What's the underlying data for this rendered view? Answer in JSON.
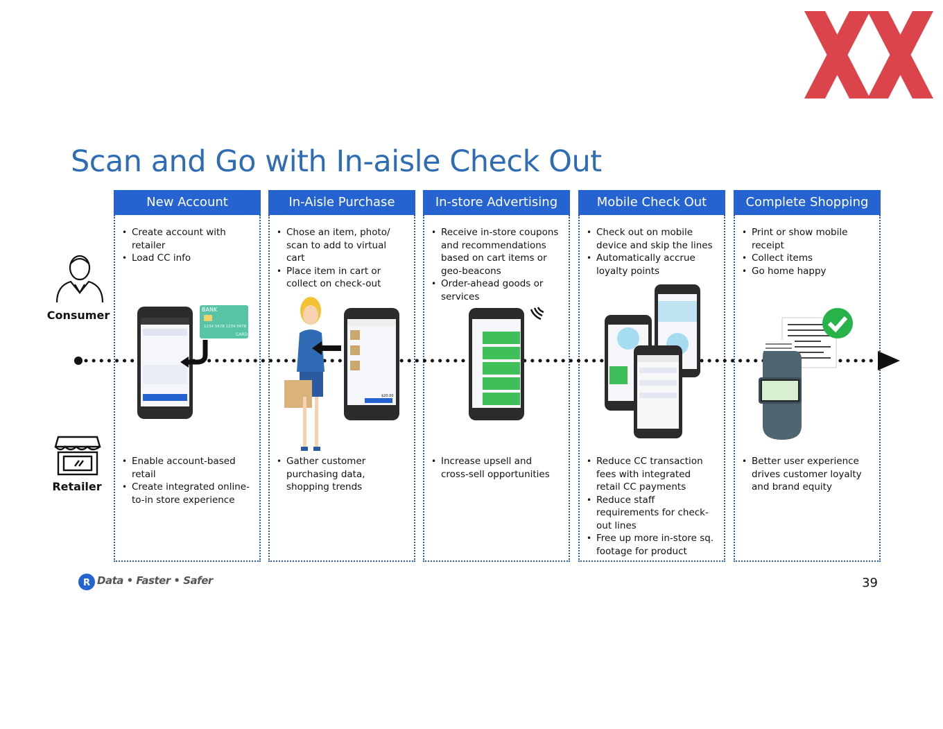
{
  "slide": {
    "title": "Scan and Go with In-aisle Check Out",
    "page_number": "39"
  },
  "roles": {
    "consumer": "Consumer",
    "retailer": "Retailer"
  },
  "columns": [
    {
      "header": "New Account",
      "consumer_points": [
        "Create account with retailer",
        "Load CC info"
      ],
      "retailer_points": [
        "Enable account-based retail",
        "Create integrated online-to-in store experience"
      ]
    },
    {
      "header": "In-Aisle Purchase",
      "consumer_points": [
        "Chose an item, photo/ scan to add to virtual cart",
        "Place item in cart or collect on check-out"
      ],
      "retailer_points": [
        "Gather customer purchasing data, shopping trends"
      ]
    },
    {
      "header": "In-store Advertising",
      "consumer_points": [
        "Receive in-store coupons and recommendations based on cart items or geo-beacons",
        "Order-ahead goods or services"
      ],
      "retailer_points": [
        "Increase upsell and cross-sell opportunities"
      ]
    },
    {
      "header": "Mobile Check Out",
      "consumer_points": [
        "Check out on mobile device and skip the lines",
        "Automatically accrue loyalty points"
      ],
      "retailer_points": [
        "Reduce CC transaction fees with integrated retail CC payments",
        "Reduce staff requirements for check-out lines",
        "Free up more in-store sq. footage for product"
      ]
    },
    {
      "header": "Complete Shopping",
      "consumer_points": [
        "Print or show mobile receipt",
        "Collect items",
        "Go home happy"
      ],
      "retailer_points": [
        "Better user experience drives customer loyalty and brand equity"
      ]
    }
  ],
  "illustrations": {
    "card_bank_text": "BANK",
    "card_number_text": "1234 5678 1234 5678",
    "card_label": "CARD",
    "price_text": "$20.00"
  },
  "footer": {
    "brand_text": "Data • Faster • Safer",
    "brand_initial": "R"
  },
  "colors": {
    "header_blue": "#2563d1",
    "title_blue": "#2e6db3",
    "border_dotted": "#2d5aa0",
    "logo_red": "#d9353b",
    "green_check": "#27b24a"
  },
  "icons": {
    "consumer": "person-icon",
    "retailer": "storefront-icon",
    "timeline_end": "arrow-head-icon"
  }
}
